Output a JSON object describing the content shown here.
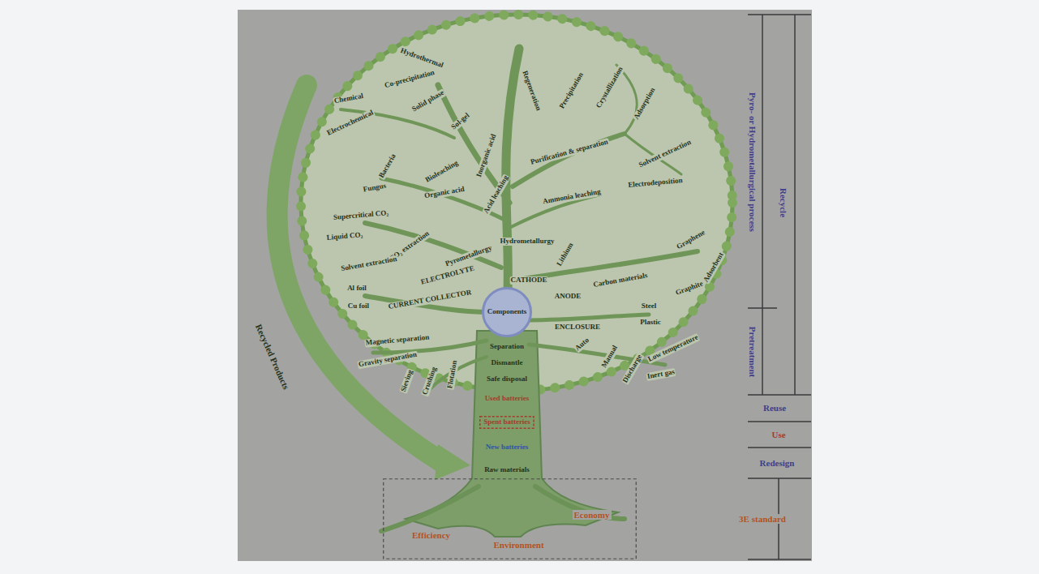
{
  "diagram": {
    "nodes": [
      {
        "text": [
          "Components"
        ]
      },
      {
        "text": [
          "Spent batteries"
        ]
      },
      {
        "text": [
          "Efficiency",
          "Environment",
          "Economy"
        ]
      }
    ],
    "labels": [
      "Hydrothermal",
      "Co-precipitation",
      "Solid phase",
      "Sol-gel",
      "Chemical",
      "Electrochemical",
      "Regeneration",
      "Precipitation",
      "Crystallization",
      "Adsorption",
      "Solvent extraction",
      "Electrodeposition",
      "Purification & separation",
      "Bacteria",
      "Fungus",
      "Bioleaching",
      "Inorganic acid",
      "Organic acid",
      "Acid leaching",
      "Ammonia leaching",
      "Supercritical CO₂",
      "Liquid CO₂",
      "CO₂ extraction",
      "Solvent extraction",
      "Pyrometallurgy",
      "Hydrometallurgy",
      "ELECTROLYTE",
      "CATHODE",
      "Lithium",
      "ANODE",
      "Carbon materials",
      "Graphene",
      "Adsorbent",
      "Graphite",
      "Al foil",
      "Cu foil",
      "CURRENT COLLECTOR",
      "ENCLOSURE",
      "Steel",
      "Plastic",
      "Magnetic separation",
      "Gravity separation",
      "Sieving",
      "Crushing",
      "Flotation",
      "Auto",
      "Manual",
      "Discharge",
      "Low temperature",
      "Inert gas",
      "Separation",
      "Dismantle",
      "Safe disposal",
      "Used batteries",
      "New batteries",
      "Raw materials",
      "Recycled Products",
      "Pyro- or Hydrometallurgical process",
      "Recycle",
      "Pretreatment",
      "Reuse",
      "Use",
      "Redesign",
      "3E standard"
    ]
  }
}
